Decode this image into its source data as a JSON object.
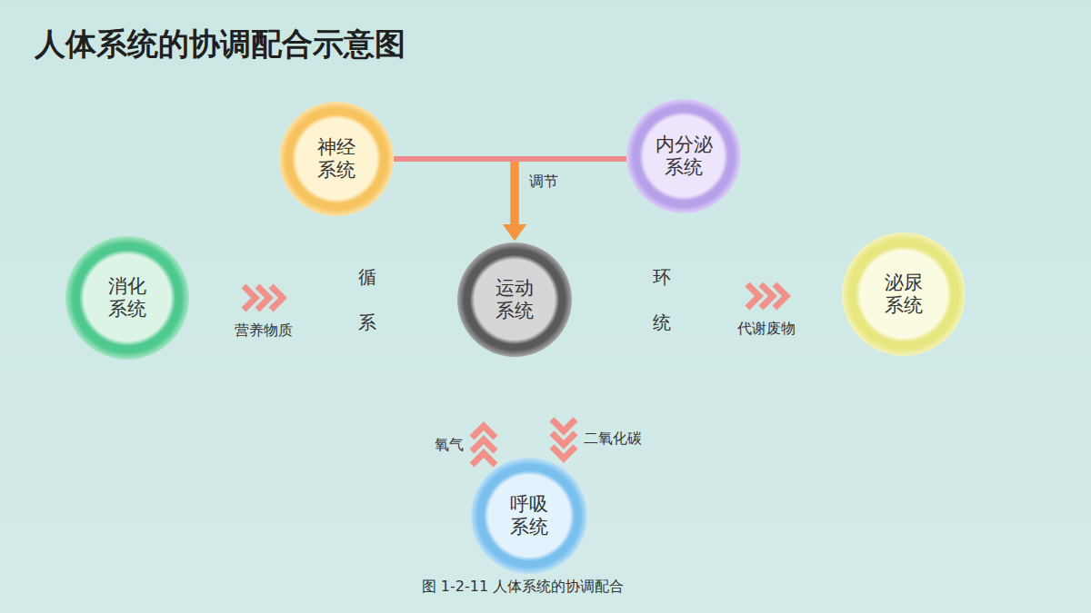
{
  "diagram": {
    "title": "人体系统的协调配合示意图",
    "caption": "图 1-2-11 人体系统的协调配合",
    "nodes": [
      {
        "text": [
          "神经 系统"
        ]
      },
      {
        "text": [
          "内分泌 系统"
        ]
      },
      {
        "text": [
          "消化 系统"
        ]
      },
      {
        "text": [
          "循",
          "环",
          "系",
          "统"
        ]
      },
      {
        "text": [
          "运动 系统"
        ],
        "in": 3
      },
      {
        "text": [
          "泌尿 系统"
        ]
      },
      {
        "text": [
          "呼吸 系统"
        ]
      }
    ],
    "edges": [
      {
        "from": 2,
        "to": 3,
        "label": "营养物质",
        "arrow": "to"
      },
      {
        "from": 3,
        "to": 5,
        "label": "代谢废物",
        "arrow": "to"
      },
      {
        "from": 6,
        "to": 3,
        "label": "氧气",
        "arrow": "to"
      },
      {
        "from": 3,
        "to": 6,
        "label": "二氧化碳",
        "arrow": "to"
      },
      {
        "from": 0,
        "to": 4,
        "label": "调节",
        "arrow": "to"
      },
      {
        "from": 1,
        "to": 4,
        "arrow": "to"
      }
    ]
  }
}
